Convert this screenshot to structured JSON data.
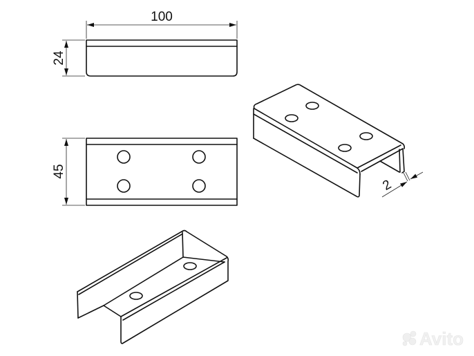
{
  "dimensions": {
    "length": "100",
    "height": "24",
    "width": "45",
    "thickness": "2"
  },
  "views": [
    "top-view",
    "front-view",
    "isometric-view-top",
    "isometric-view-bottom"
  ],
  "holes_count": 4,
  "watermark": {
    "text": "Avito",
    "color": "#e6e6e6"
  },
  "colors": {
    "line": "#111111",
    "background": "#ffffff"
  }
}
